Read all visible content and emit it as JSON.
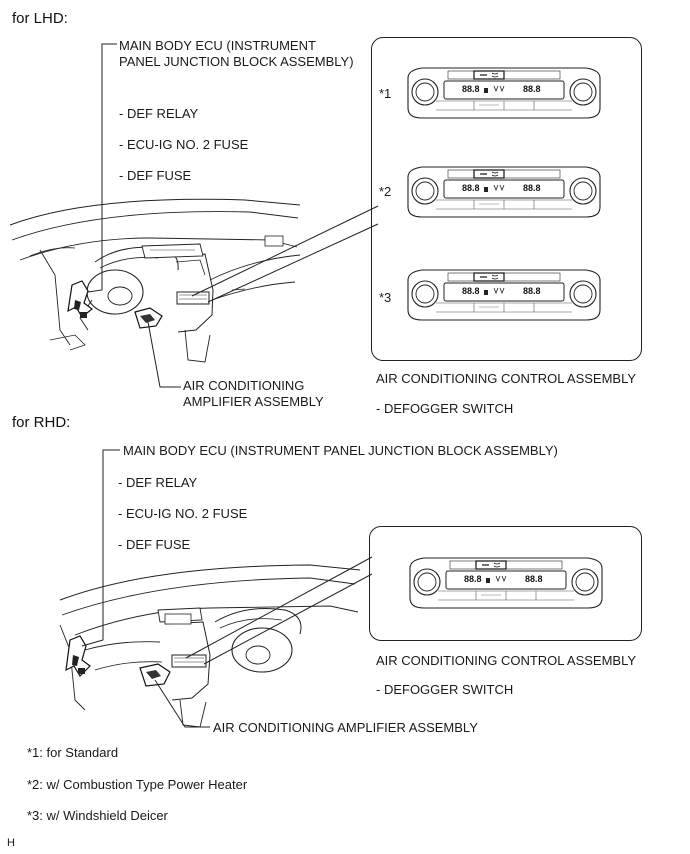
{
  "lhd": {
    "heading": "for LHD:",
    "ecu_line1": "MAIN BODY ECU (INSTRUMENT",
    "ecu_line2": "PANEL JUNCTION BLOCK ASSEMBLY)",
    "items": [
      "- DEF RELAY",
      "- ECU-IG NO. 2 FUSE",
      "- DEF FUSE"
    ],
    "amp_line1": "AIR CONDITIONING",
    "amp_line2": "AMPLIFIER ASSEMBLY",
    "panel_markers": [
      "*1",
      "*2",
      "*3"
    ],
    "control_label": "AIR CONDITIONING CONTROL ASSEMBLY",
    "switch_label": "- DEFOGGER SWITCH"
  },
  "rhd": {
    "heading": "for RHD:",
    "ecu_label": "MAIN BODY ECU (INSTRUMENT PANEL JUNCTION BLOCK ASSEMBLY)",
    "items": [
      "- DEF RELAY",
      "- ECU-IG NO. 2 FUSE",
      "- DEF FUSE"
    ],
    "amp_label": "AIR CONDITIONING AMPLIFIER ASSEMBLY",
    "control_label": "AIR CONDITIONING CONTROL ASSEMBLY",
    "switch_label": "- DEFOGGER SWITCH"
  },
  "panel_display": {
    "left": "88.8",
    "right": "88.8"
  },
  "footnotes": [
    "*1: for Standard",
    "*2: w/ Combustion Type Power Heater",
    "*3: w/ Windshield Deicer"
  ],
  "corner_mark": "H"
}
